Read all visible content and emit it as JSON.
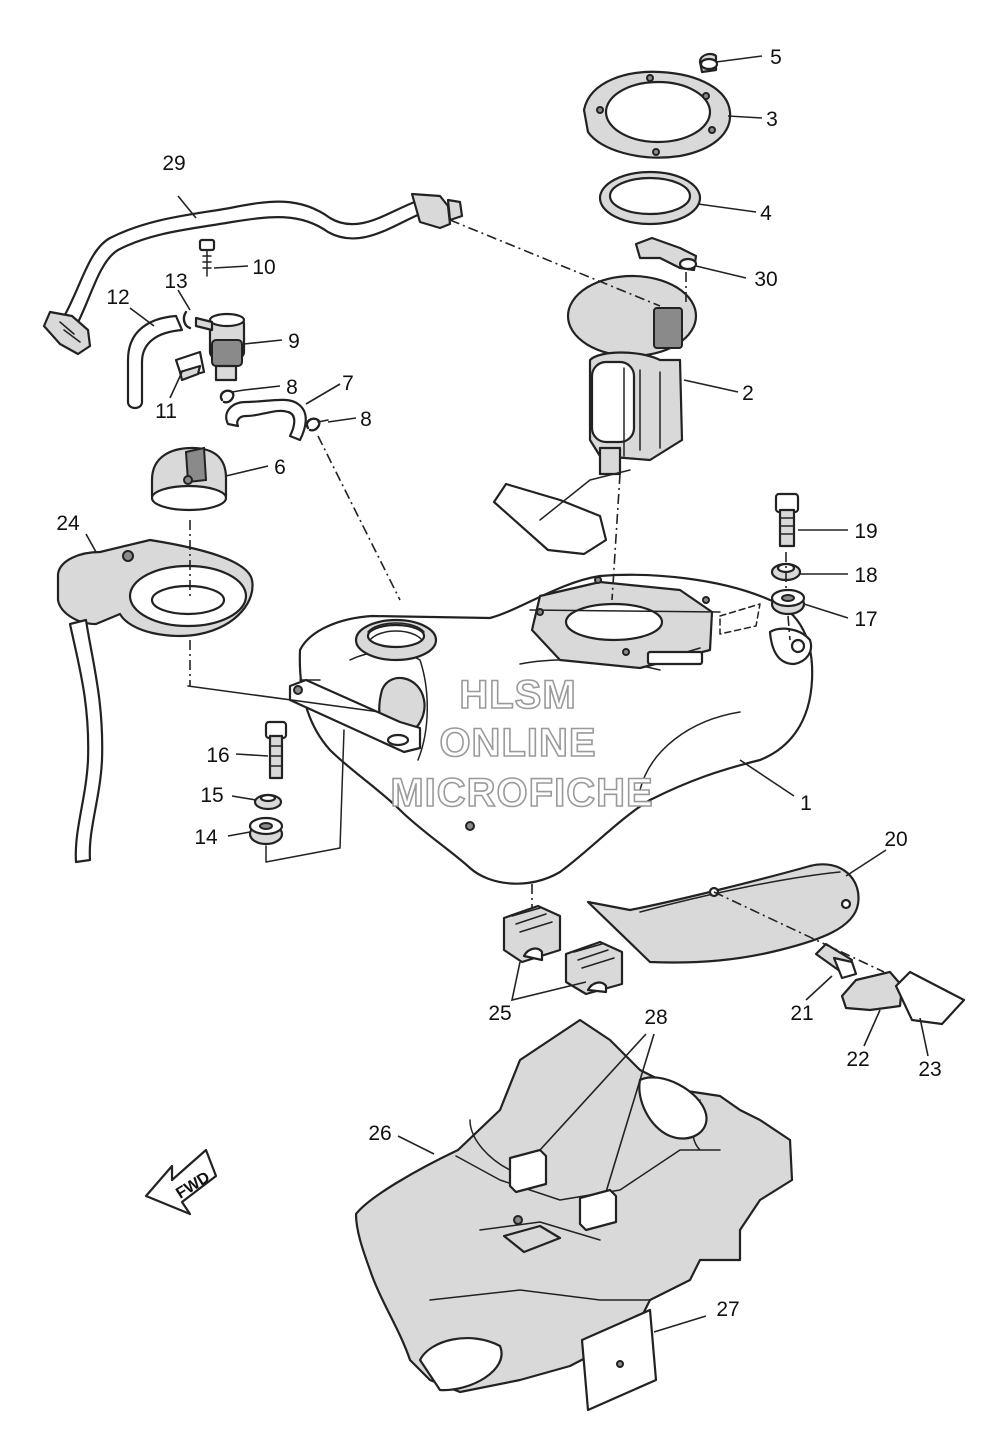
{
  "callouts": [
    {
      "id": "1",
      "text": "1"
    },
    {
      "id": "2",
      "text": "2"
    },
    {
      "id": "3",
      "text": "3"
    },
    {
      "id": "4",
      "text": "4"
    },
    {
      "id": "5",
      "text": "5"
    },
    {
      "id": "6",
      "text": "6"
    },
    {
      "id": "7",
      "text": "7"
    },
    {
      "id": "8a",
      "text": "8"
    },
    {
      "id": "8b",
      "text": "8"
    },
    {
      "id": "9",
      "text": "9"
    },
    {
      "id": "10",
      "text": "10"
    },
    {
      "id": "11",
      "text": "11"
    },
    {
      "id": "12",
      "text": "12"
    },
    {
      "id": "13",
      "text": "13"
    },
    {
      "id": "14",
      "text": "14"
    },
    {
      "id": "15",
      "text": "15"
    },
    {
      "id": "16",
      "text": "16"
    },
    {
      "id": "17",
      "text": "17"
    },
    {
      "id": "18",
      "text": "18"
    },
    {
      "id": "19",
      "text": "19"
    },
    {
      "id": "20",
      "text": "20"
    },
    {
      "id": "21",
      "text": "21"
    },
    {
      "id": "22",
      "text": "22"
    },
    {
      "id": "23",
      "text": "23"
    },
    {
      "id": "24",
      "text": "24"
    },
    {
      "id": "25",
      "text": "25"
    },
    {
      "id": "26",
      "text": "26"
    },
    {
      "id": "27",
      "text": "27"
    },
    {
      "id": "28",
      "text": "28"
    },
    {
      "id": "29",
      "text": "29"
    },
    {
      "id": "30",
      "text": "30"
    }
  ],
  "watermark": {
    "line1": "HLSM",
    "line2": "ONLINE",
    "line3": "MICROFICHE"
  },
  "fwd_label": "FWD",
  "colors": {
    "line": "#222222",
    "fill": "#d9d9d9",
    "watermark_stroke": "#9a9a9a"
  }
}
